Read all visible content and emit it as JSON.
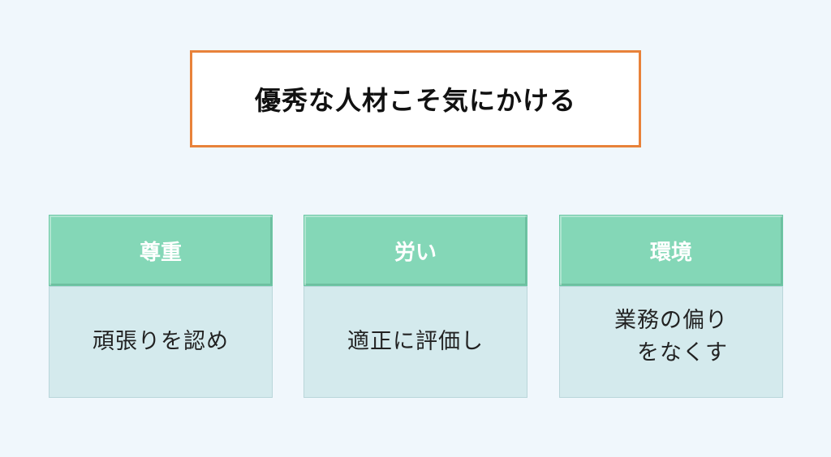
{
  "title": "優秀な人材こそ気にかける",
  "columns": [
    {
      "header": "尊重",
      "body_lines": [
        "頑張りを認め"
      ]
    },
    {
      "header": "労い",
      "body_lines": [
        "適正に評価し"
      ]
    },
    {
      "header": "環境",
      "body_lines": [
        "業務の偏り",
        "をなくす"
      ]
    }
  ],
  "colors": {
    "background": "#f0f7fc",
    "title_border": "#e8823a",
    "header_fill": "#84d7b7",
    "body_fill": "#d4eaed"
  }
}
